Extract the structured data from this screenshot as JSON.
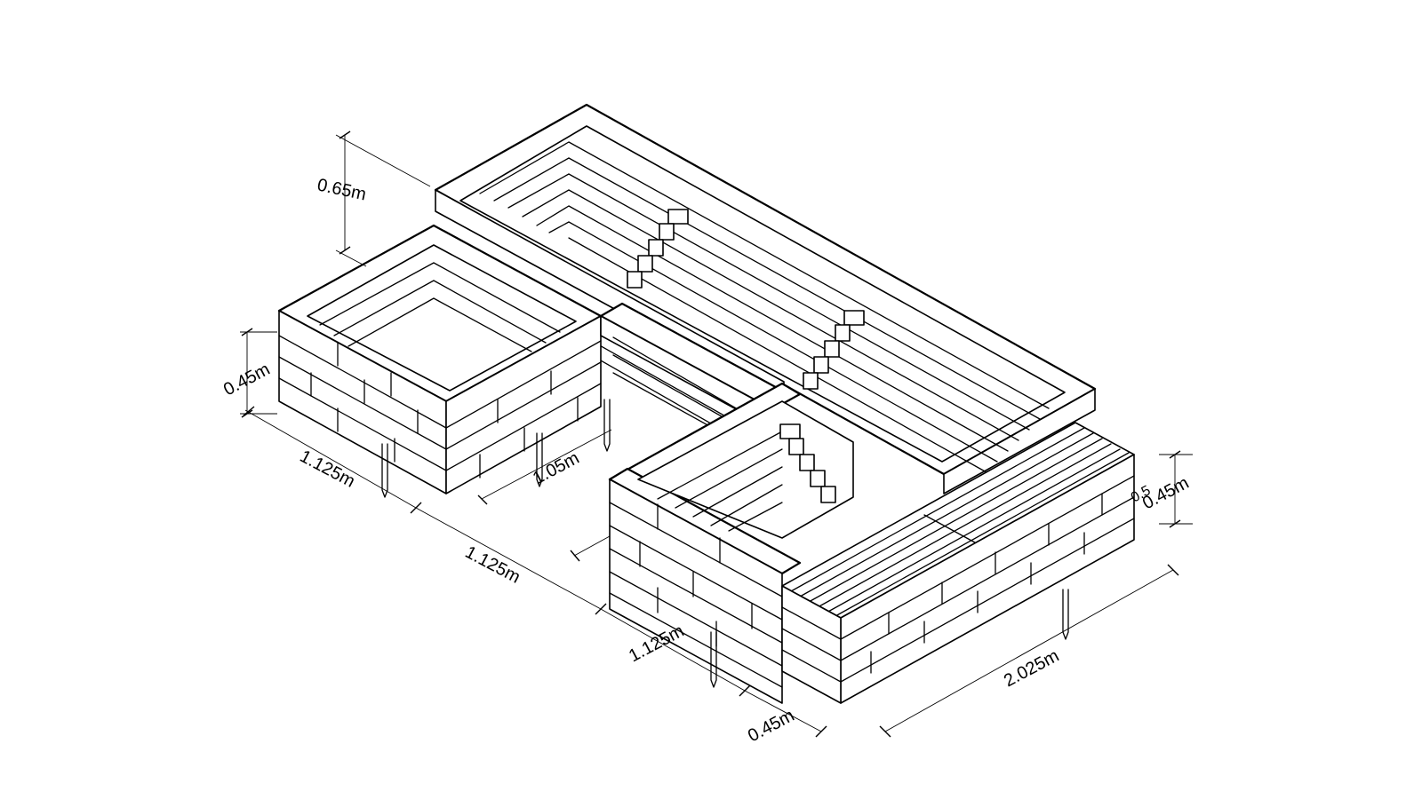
{
  "dimensions": {
    "height_tall": "0.65m",
    "height_low": "0.45m",
    "height_right": "0.45m",
    "width_left": "1.125m",
    "depth_inner": "1.05m",
    "length_mid": "1.125m",
    "length_front": "1.125m",
    "depth_front": "0.45m",
    "length_bench": "2.025m",
    "overlap_label": "0.5"
  },
  "colors": {
    "line": "#000000",
    "background": "#ffffff"
  }
}
